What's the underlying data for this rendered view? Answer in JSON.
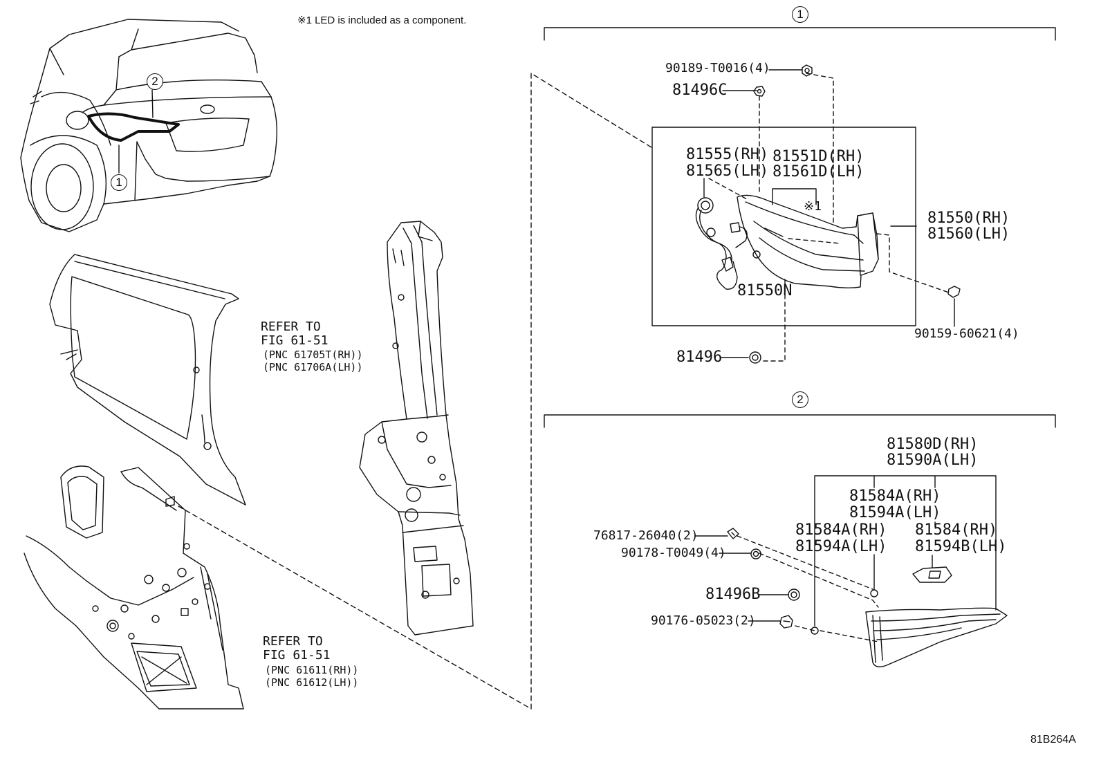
{
  "note": "※1 LED is included as a component.",
  "diagram_id": "81B264A",
  "markers": {
    "group1": "1",
    "group2": "2",
    "led_mark": "※1"
  },
  "refer_upper": {
    "line1": "REFER TO",
    "line2": "FIG 61-51",
    "pnc_rh": "(PNC 61705T(RH))",
    "pnc_lh": "(PNC 61706A(LH))"
  },
  "refer_lower": {
    "line1": "REFER TO",
    "line2": "FIG 61-51",
    "pnc_rh": "(PNC 61611(RH))",
    "pnc_lh": "(PNC 61612(LH))"
  },
  "group1": {
    "p90189": "90189-T0016(4)",
    "p81496C": "81496C",
    "p81555": "81555(RH)",
    "p81565": "81565(LH)",
    "p81551D": "81551D(RH)",
    "p81561D": "81561D(LH)",
    "p81550": "81550(RH)",
    "p81560": "81560(LH)",
    "p81550N": "81550N",
    "p90159": "90159-60621(4)",
    "p81496": "81496"
  },
  "group2": {
    "p81580D": "81580D(RH)",
    "p81590A": "81590A(LH)",
    "p81584A_top": "81584A(RH)",
    "p81594A_top": "81594A(LH)",
    "p81584A_left": "81584A(RH)",
    "p81594A_left": "81594A(LH)",
    "p81584": "81584(RH)",
    "p81594B": "81594B(LH)",
    "p76817": "76817-26040(2)",
    "p90178": "90178-T0049(4)",
    "p81496B": "81496B",
    "p90176": "90176-05023(2)"
  }
}
